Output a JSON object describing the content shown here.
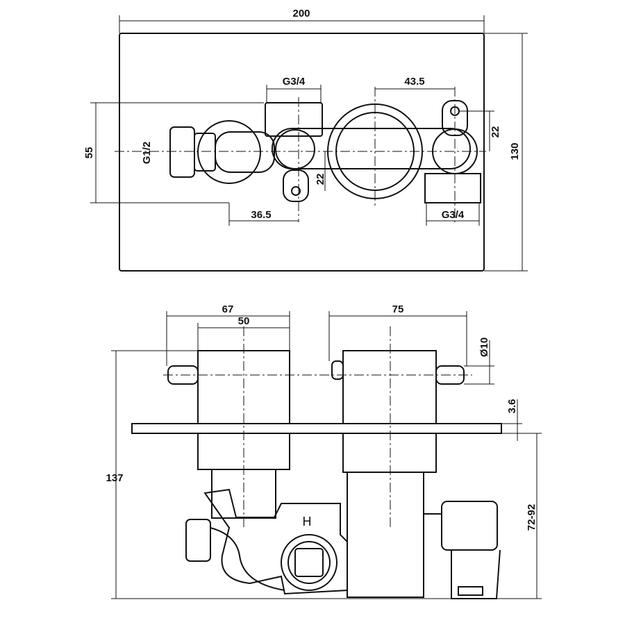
{
  "drawing": {
    "top_view": {
      "overall_width": "200",
      "overall_height": "130",
      "inlet_spacing": "55",
      "inlet_thread": "G1/2",
      "outlet_thread_top": "G3/4",
      "outlet_thread_bottom": "G3/4",
      "center_spacing": "43.5",
      "offset_right": "22",
      "offset_middle": "22",
      "left_offset": "36.5"
    },
    "side_view": {
      "left_handle_width": "67",
      "left_body_width": "50",
      "right_handle_width": "75",
      "lever_diameter": "Ø10",
      "plate_thickness": "3.6",
      "overall_depth": "137",
      "wall_depth_range": "72-92",
      "hot_marking": "H"
    }
  }
}
